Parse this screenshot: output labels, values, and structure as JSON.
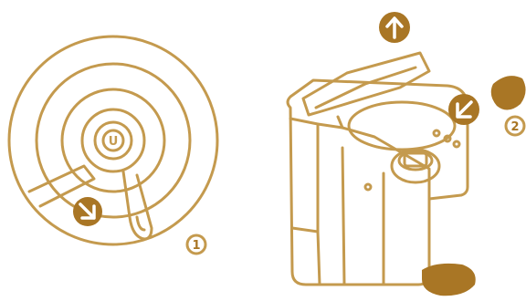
{
  "palette": {
    "line": "#c49a4e",
    "fill": "#a97625",
    "arrow": "#ffffff",
    "background": "#ffffff"
  },
  "hub_label": "U",
  "steps": [
    {
      "number": "1",
      "icon": "circled-number-icon"
    },
    {
      "number": "2",
      "icon": "circled-number-icon"
    }
  ],
  "arrows": [
    {
      "direction": "up",
      "icon": "arrow-up-icon"
    },
    {
      "direction": "down-right",
      "icon": "arrow-down-right-icon"
    },
    {
      "direction": "down-left",
      "icon": "arrow-down-left-icon"
    }
  ],
  "panels": [
    {
      "name": "filter-lid-top-view"
    },
    {
      "name": "device-with-open-lid"
    }
  ]
}
